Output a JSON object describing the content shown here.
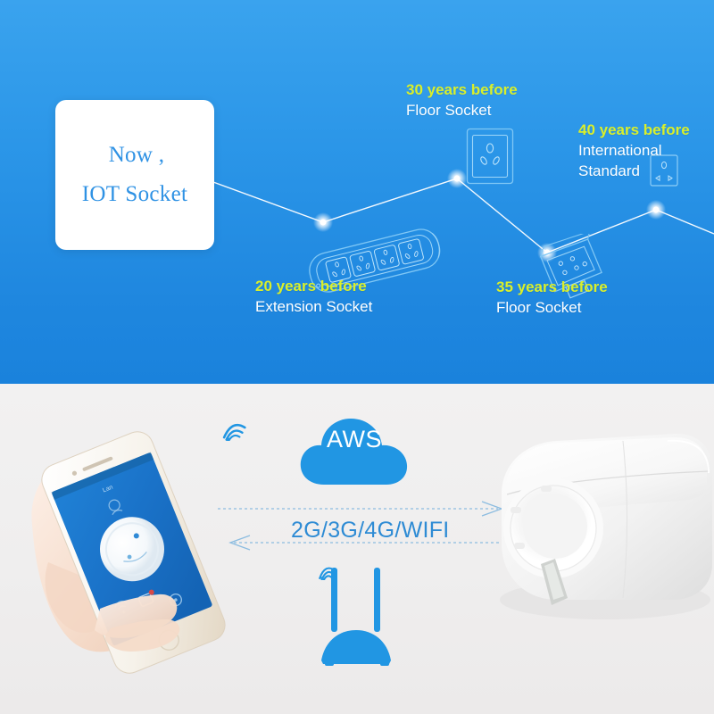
{
  "top_panel": {
    "now_card": {
      "line1": "Now ,",
      "line2": "IOT Socket"
    },
    "colors": {
      "background_top": "#3aa3ee",
      "background_bottom": "#1a82dc",
      "years_text": "#d9ef2b",
      "name_text": "#ffffff",
      "card_text": "#2f92e4",
      "line": "#ffffff"
    },
    "timeline_nodes": [
      {
        "id": "node-20",
        "years_label": "20 years before",
        "name_label": "Extension Socket",
        "icon": "extension-socket-icon"
      },
      {
        "id": "node-30",
        "years_label": "30 years before",
        "name_label": "Floor Socket",
        "icon": "floor-socket-icon"
      },
      {
        "id": "node-35",
        "years_label": "35 years before",
        "name_label": "Floor Socket",
        "icon": "floor-box-socket-icon"
      },
      {
        "id": "node-40",
        "years_label": "40 years before",
        "name_label_line1": "International",
        "name_label_line2": "Standard",
        "icon": "international-socket-icon"
      }
    ]
  },
  "bottom_panel": {
    "cloud_label": "AWS",
    "network_label": "2G/3G/4G/WIFI",
    "colors": {
      "background": "#f1f0f0",
      "cloud": "#2196e3",
      "router": "#2196e3",
      "network_text": "#2e8bd4",
      "wifi_icon": "#2196e3",
      "arrow": "#7fb6e0"
    },
    "devices": [
      {
        "id": "hand-phone",
        "name": "hand-holding-smartphone",
        "app_screen": "smart-socket-app"
      },
      {
        "id": "router",
        "name": "wifi-router"
      },
      {
        "id": "smart-plug",
        "name": "white-smart-plug"
      }
    ]
  }
}
